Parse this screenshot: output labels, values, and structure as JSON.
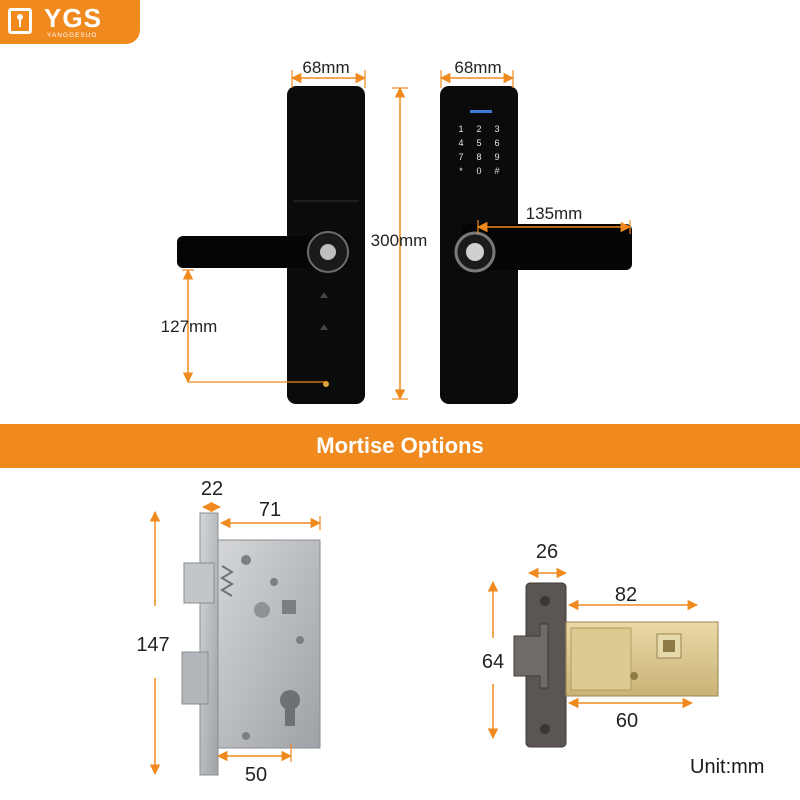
{
  "brand": {
    "name": "YGS",
    "subtitle": "YANGGESUO",
    "accent": "#f08a1e"
  },
  "banner": {
    "title": "Mortise Options"
  },
  "unit_label": "Unit:mm",
  "lock_dimensions": {
    "front_width": "68mm",
    "back_width": "68mm",
    "height": "300mm",
    "handle_length": "135mm",
    "handle_to_keyhole": "127mm"
  },
  "keypad": {
    "keys": [
      "1",
      "2",
      "3",
      "4",
      "5",
      "6",
      "7",
      "8",
      "9",
      "*",
      "0",
      "#"
    ]
  },
  "mortise_large": {
    "depth": "22",
    "backset_width": "71",
    "height": "147",
    "bottom": "50"
  },
  "mortise_small": {
    "depth": "26",
    "length": "82",
    "height": "64",
    "bottom": "60"
  },
  "colors": {
    "dimension": "#f08a1e",
    "lock_body": "#0b0b0b",
    "steel": "#b9bcc0"
  }
}
